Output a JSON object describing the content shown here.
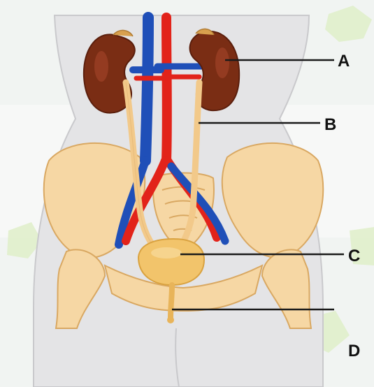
{
  "diagram": {
    "labels": {
      "a": "A",
      "b": "B",
      "c": "C",
      "d": "D"
    },
    "colors": {
      "background": "#f1f4f2",
      "body": "#e4e4e6",
      "bone": "#f6d7a4",
      "bone_shadow": "#d9a862",
      "kidney": "#7a2d14",
      "kidney_light": "#a5442a",
      "artery": "#e2231a",
      "vein": "#1f4fb8",
      "ureter": "#f2c98a",
      "bladder": "#f2c46b",
      "leader_line": "#1a1a1a",
      "leaf": "#dfefc9"
    }
  }
}
